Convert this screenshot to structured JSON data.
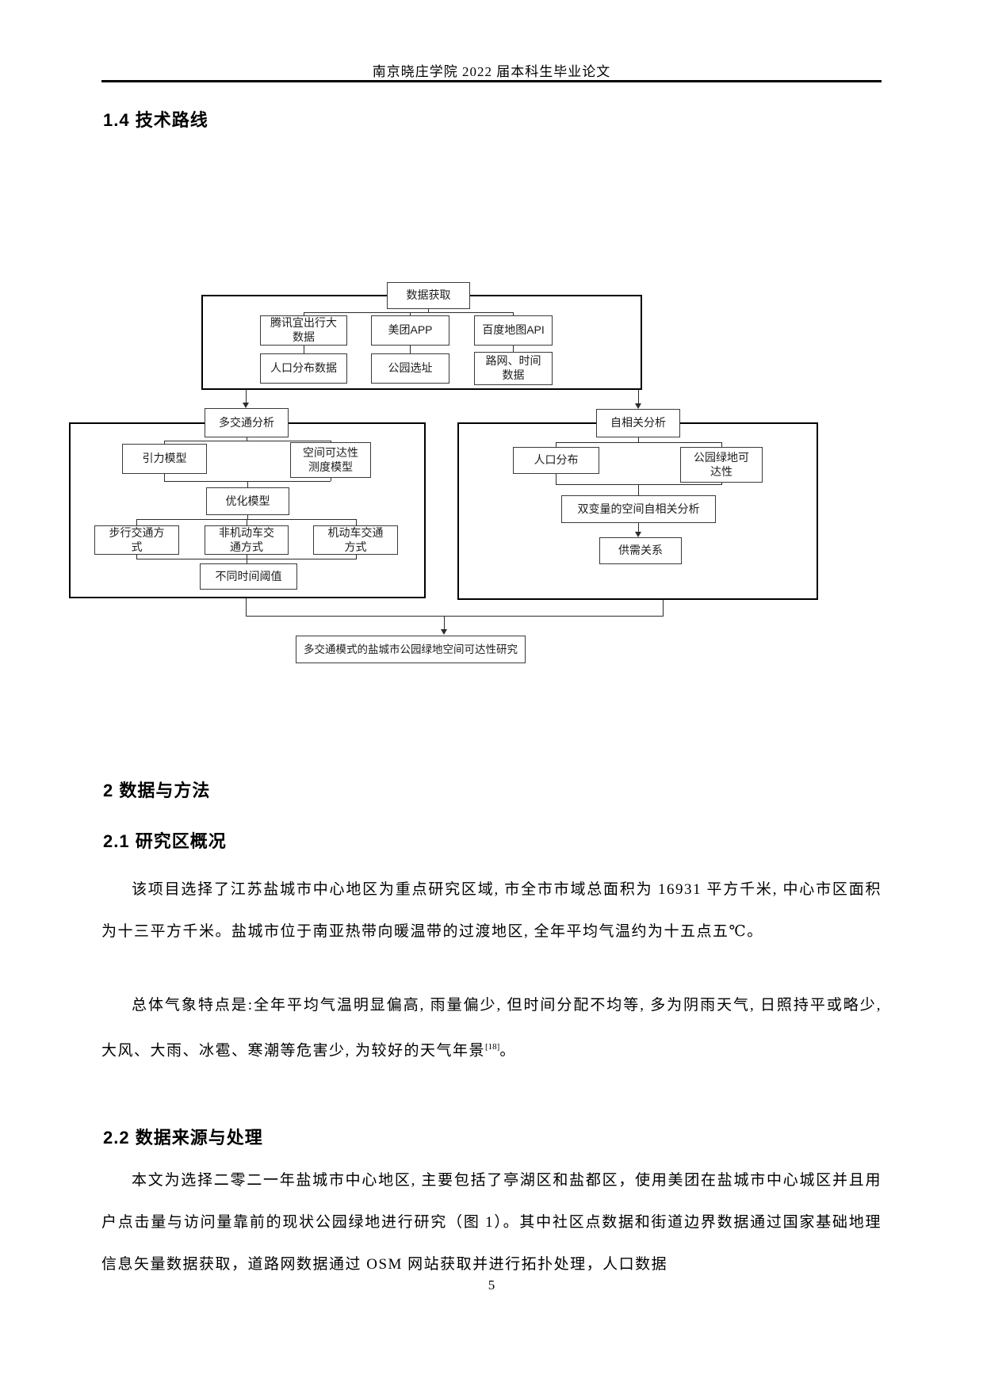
{
  "header": {
    "title": "南京晓庄学院 2022 届本科生毕业论文"
  },
  "footer": {
    "page_number": "5"
  },
  "sections": {
    "s1_4": {
      "heading": "1.4 技术路线"
    },
    "s2": {
      "heading": "2 数据与方法"
    },
    "s2_1": {
      "heading": "2.1 研究区概况",
      "p1": "该项目选择了江苏盐城市中心地区为重点研究区域, 市全市市域总面积为 16931 平方千米, 中心市区面积为十三平方千米。盐城市位于南亚热带向暖温带的过渡地区, 全年平均气温约为十五点五℃。",
      "p2_text": "总体气象特点是:全年平均气温明显偏高, 雨量偏少, 但时间分配不均等, 多为阴雨天气, 日照持平或略少, 大风、大雨、冰雹、寒潮等危害少, 为较好的天气年景",
      "p2_ref": "[18]",
      "p2_tail": "。"
    },
    "s2_2": {
      "heading": "2.2 数据来源与处理",
      "p1": "本文为选择二零二一年盐城市中心地区, 主要包括了亭湖区和盐都区，使用美团在盐城市中心城区并且用户点击量与访问量靠前的现状公园绿地进行研究（图 1）。其中社区点数据和街道边界数据通过国家基础地理信息矢量数据获取，道路网数据通过 OSM 网站获取并进行拓扑处理，人口数据"
    }
  },
  "flowchart": {
    "data_acquisition": "数据获取",
    "tencent_big_data": "腾讯宜出行大\n数据",
    "meituan_app": "美团APP",
    "baidu_map_api": "百度地图API",
    "population_data": "人口分布数据",
    "park_siting": "公园选址",
    "road_time_data": "路网、时间\n数据",
    "multi_traffic_analysis": "多交通分析",
    "autocorrelation_analysis": "自相关分析",
    "gravity_model": "引力模型",
    "accessibility_measure_model": "空间可达性\n测度模型",
    "optimization_model": "优化模型",
    "walking_mode": "步行交通方\n式",
    "non_motorized_mode": "非机动车交\n通方式",
    "motorized_mode": "机动车交通\n方式",
    "time_thresholds": "不同时间阈值",
    "population_distribution": "人口分布",
    "park_green_space_accessibility": "公园绿地可\n达性",
    "bivariate_spatial_autocorrelation": "双变量的空间自相关分析",
    "supply_demand_relationship": "供需关系",
    "final_topic": "多交通模式的盐城市公园绿地空间可达性研究"
  }
}
